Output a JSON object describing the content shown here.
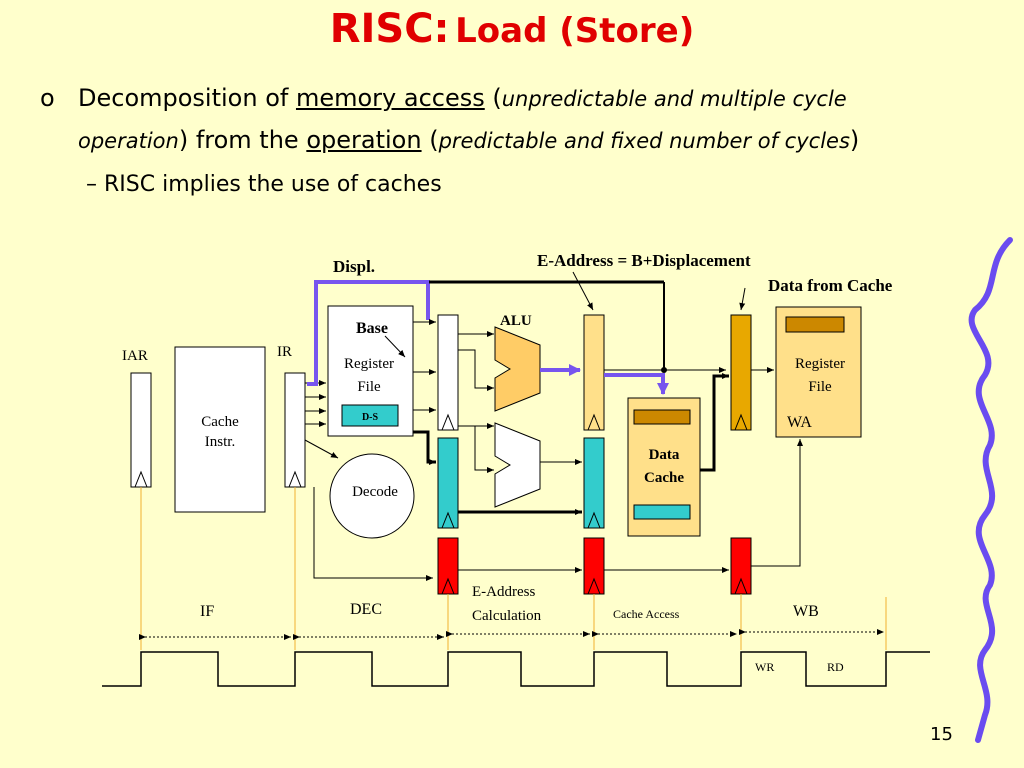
{
  "slide": {
    "title_main": "RISC:",
    "title_sub": "Load (Store)",
    "page_number": "15",
    "accent_red": "#E00000",
    "border_color": "#6A4CF0"
  },
  "bullet1": {
    "marker": "o",
    "p1": "Decomposition of ",
    "memory_access": "memory access",
    "p2": " (",
    "italic1": "unpredictable and multiple cycle operation",
    "p3": ")  from the ",
    "operation": "operation",
    "p4": " (",
    "italic2": "predictable and fixed number of cycles",
    "p5": ")"
  },
  "bullet2": {
    "marker": "–",
    "text": "RISC implies the use of caches"
  },
  "diagram": {
    "displ": "Displ.",
    "e_address_eq": "E-Address = B+Displacement",
    "data_from_cache": "Data from Cache",
    "iar": "IAR",
    "ir": "IR",
    "cache_instr_1": "Cache",
    "cache_instr_2": "Instr.",
    "base": "Base",
    "regfile_1": "Register",
    "regfile_2": "File",
    "ds": "D-S",
    "alu": "ALU",
    "decode": "Decode",
    "data_cache_1": "Data",
    "data_cache_2": "Cache",
    "wb_regfile_1": "Register",
    "wb_regfile_2": "File",
    "wa": "WA",
    "stage_if": "IF",
    "stage_dec": "DEC",
    "stage_eaddr_1": "E-Address",
    "stage_eaddr_2": "Calculation",
    "stage_cache_access": "Cache Access",
    "stage_wb": "WB",
    "wr": "WR",
    "rd": "RD"
  }
}
